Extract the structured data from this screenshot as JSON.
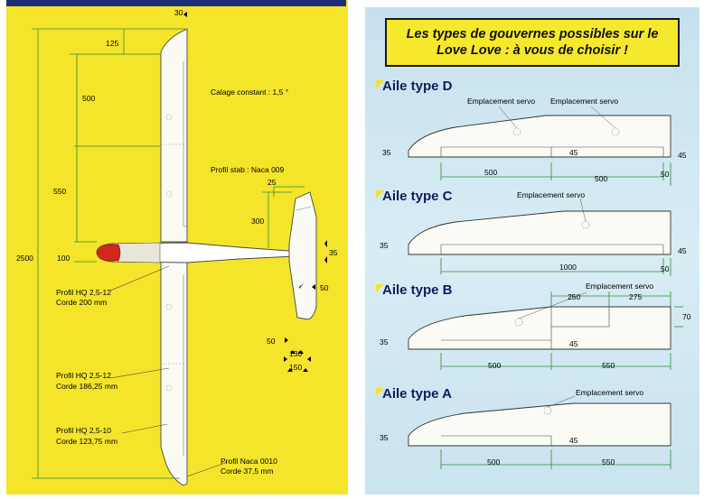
{
  "left_panel": {
    "dimensions": {
      "top_tip": "30",
      "d125": "125",
      "d500": "500",
      "d550": "550",
      "d100": "100",
      "span": "2500",
      "stab_d25": "25",
      "stab_d300": "300",
      "d35": "35",
      "d50": "50",
      "v50": "50",
      "v130": "130",
      "v150": "150"
    },
    "labels": {
      "calage": "Calage constant : 1,5 °",
      "profil_stab": "Profil stab : Naca 009",
      "profil_root_1": "Profil HQ 2,5-12",
      "profil_root_2": "Corde 200 mm",
      "profil_mid_1": "Profil HQ 2,5-12",
      "profil_mid_2": "Corde 186,25 mm",
      "profil_outer_1": "Profil HQ 2,5-10",
      "profil_outer_2": "Corde 123,75 mm",
      "profil_tip_1": "Profil Naca 0010",
      "profil_tip_2": "Corde 37,5 mm"
    }
  },
  "right_panel": {
    "title_line1": "Les types de gouvernes possibles sur le",
    "title_line2": "Love Love : à vous de choisir !",
    "types": {
      "D": {
        "label": "Aile type D",
        "servo1": "Emplacement servo",
        "servo2": "Emplacement servo",
        "root": "35",
        "tip": "45",
        "mid": "45",
        "len1": "500",
        "len2": "500",
        "end": "50"
      },
      "C": {
        "label": "Aile type C",
        "servo": "Emplacement servo",
        "root": "35",
        "tip": "45",
        "len": "1000",
        "end": "50"
      },
      "B": {
        "label": "Aile type B",
        "servo": "Emplacement servo",
        "root": "35",
        "top1": "250",
        "top2": "275",
        "height": "70",
        "mid": "45",
        "len1": "500",
        "len2": "550"
      },
      "A": {
        "label": "Aile type A",
        "servo": "Emplacement servo",
        "root": "35",
        "mid": "45",
        "len1": "500",
        "len2": "550"
      }
    }
  },
  "colors": {
    "left_background": "#f4e52a",
    "right_background": "#cfe7f1",
    "header_strip": "#1f2e78",
    "type_label": "#0d1e5c",
    "dim_lines": "#2f8c3a",
    "nose": "#d0281c"
  }
}
